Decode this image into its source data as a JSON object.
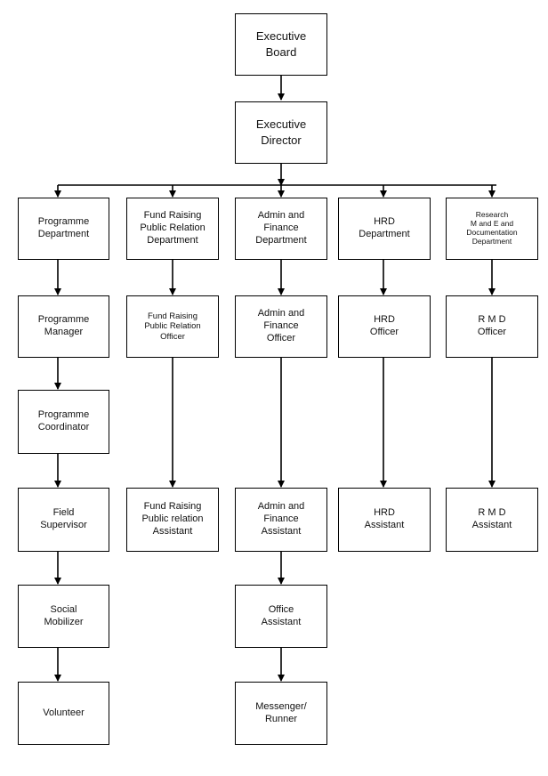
{
  "chart": {
    "executive_board": "Executive\nBoard",
    "executive_director": "Executive\nDirector",
    "columns": [
      {
        "department": "Programme\nDepartment",
        "roles": [
          "Programme\nManager",
          "Programme\nCoordinator",
          "Field\nSupervisor",
          "Social\nMobilizer",
          "Volunteer"
        ]
      },
      {
        "department": "Fund Raising\nPublic Relation\nDepartment",
        "roles": [
          "Fund Raising\nPublic Relation\nOfficer",
          "Fund Raising\nPublic relation\nAssistant"
        ]
      },
      {
        "department": "Admin and\nFinance\nDepartment",
        "roles": [
          "Admin and\nFinance\nOfficer",
          "Admin and\nFinance\nAssistant",
          "Office\nAssistant",
          "Messenger/\nRunner"
        ]
      },
      {
        "department": "HRD\nDepartment",
        "roles": [
          "HRD\nOfficer",
          "HRD\nAssistant"
        ]
      },
      {
        "department": "Research\nM and E and\nDocumentation\nDepartment",
        "roles": [
          "R M D\nOfficer",
          "R M D\nAssistant"
        ]
      }
    ]
  }
}
